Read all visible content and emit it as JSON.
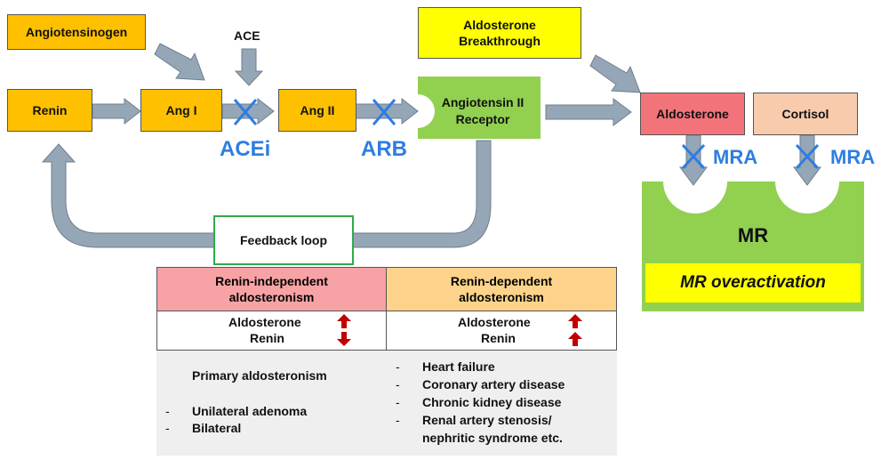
{
  "nodes": {
    "angiotensinogen": "Angiotensinogen",
    "ace": "ACE",
    "renin": "Renin",
    "ang1": "Ang I",
    "ang2": "Ang II",
    "receptor_line1": "Angiotensin II",
    "receptor_line2": "Receptor",
    "breakthrough_line1": "Aldosterone",
    "breakthrough_line2": "Breakthrough",
    "aldosterone": "Aldosterone",
    "cortisol": "Cortisol",
    "feedback": "Feedback loop",
    "mr": "MR",
    "mr_overactivation": "MR overactivation"
  },
  "inhibitors": {
    "acei": "ACEi",
    "arb": "ARB",
    "mra_left": "MRA",
    "mra_right": "MRA"
  },
  "table": {
    "left": {
      "header_line1": "Renin-independent",
      "header_line2": "aldosteronism",
      "row1_label": "Aldosterone",
      "row2_label": "Renin",
      "row1_dir": "up",
      "row2_dir": "down",
      "title": "Primary aldosteronism",
      "items": [
        "Unilateral adenoma",
        "Bilateral"
      ]
    },
    "right": {
      "header_line1": "Renin-dependent",
      "header_line2": "aldosteronism",
      "row1_label": "Aldosterone",
      "row2_label": "Renin",
      "row1_dir": "up",
      "row2_dir": "up",
      "items": [
        "Heart failure",
        "Coronary artery disease",
        "Chronic kidney disease",
        "Renal artery stenosis/",
        "nephritic syndrome etc."
      ]
    }
  },
  "colors": {
    "orange": "#ffc000",
    "yellow": "#ffff00",
    "green": "#92d050",
    "aldosterone": "#f2747a",
    "cortisol": "#f8cbad",
    "inhibitor_blue": "#2e7de1",
    "arrow": "#95a6b7",
    "table_header_left": "#f7a3a5",
    "table_header_right": "#fdd38b",
    "table_gray": "#efefef",
    "marker_red": "#c00000"
  }
}
